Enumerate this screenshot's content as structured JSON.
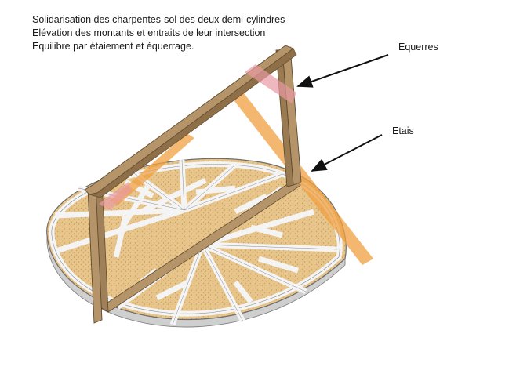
{
  "caption": {
    "line1": "Solidarisation des charpentes-sol des deux demi-cylindres",
    "line2": "Elévation des montants et entraits de leur intersection",
    "line3": "Equilibre par étaiement et équerrage."
  },
  "labels": {
    "equerres": "Equerres",
    "etais": "Etais"
  },
  "colors": {
    "panel": "#e8c58a",
    "panel_dots": "#c9a061",
    "joist": "#f4f4f4",
    "joist_edge": "#8a8a8a",
    "timber": "#b49468",
    "timber_edge": "#5e4a30",
    "equerre": "#e89aa3",
    "etai": "#f0a040",
    "arrow": "#111111"
  }
}
